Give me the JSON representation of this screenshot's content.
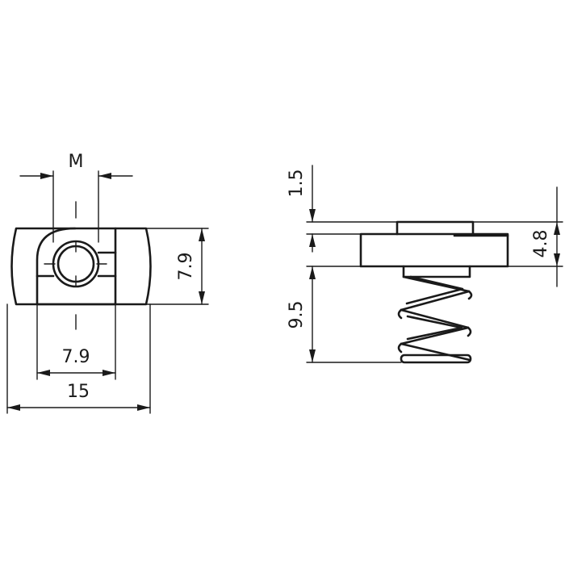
{
  "drawing": {
    "front_view": {
      "thread_label": "M",
      "inner_width": "7.9",
      "overall_width": "15",
      "height": "7.9"
    },
    "side_view": {
      "top_offset": "1.5",
      "nut_thickness": "4.8",
      "spring_height": "9.5"
    }
  }
}
